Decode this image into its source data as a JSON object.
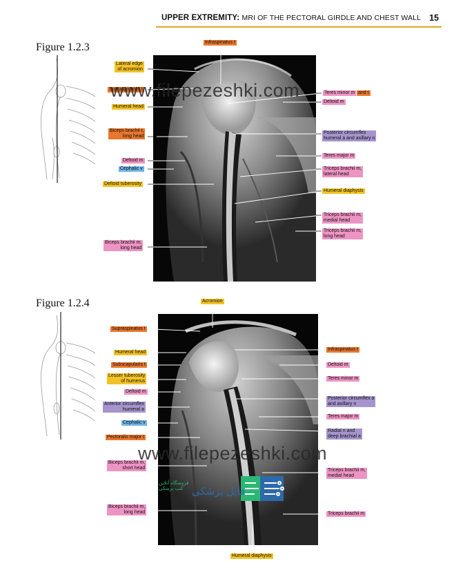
{
  "header": {
    "title_bold": "UPPER EXTREMITY:",
    "title_rest": "MRI OF THE PECTORAL GIRDLE AND CHEST WALL",
    "page_number": "15"
  },
  "colors": {
    "orange": "#e8772e",
    "yellow": "#f3c326",
    "pink": "#ee94c4",
    "blue": "#6fb3e6",
    "purple": "#a695cc",
    "header_rule": "#e0a526"
  },
  "figures": [
    {
      "label": "Figure 1.2.3",
      "labels_top": [
        {
          "text": "Infraspinatus t",
          "color": "orange"
        }
      ],
      "labels_left": [
        {
          "text": "Lateral edge\nof acromion",
          "color": "yellow"
        },
        {
          "text": "Supraspinatus t",
          "color": "orange"
        },
        {
          "text": "Humeral head",
          "color": "yellow"
        },
        {
          "text": "Biceps brachii t,\nlong head",
          "color": "orange"
        },
        {
          "text": "Deltoid m",
          "color": "pink"
        },
        {
          "text": "Cephalic v",
          "color": "blue"
        },
        {
          "text": "Deltoid tuberosity",
          "color": "yellow"
        },
        {
          "text": "Biceps brachii m,\nlong head",
          "color": "pink"
        }
      ],
      "labels_right": [
        {
          "text": "Teres minor m",
          "color": "pink"
        },
        {
          "text": "and t",
          "color": "orange"
        },
        {
          "text": "Deltoid m",
          "color": "pink"
        },
        {
          "text": "Posterior circumflex\nhumeral a and axillary n",
          "color": "purple"
        },
        {
          "text": "Teres major m",
          "color": "pink"
        },
        {
          "text": "Triceps brachii m,\nlateral head",
          "color": "pink"
        },
        {
          "text": "Humeral diaphysis",
          "color": "yellow"
        },
        {
          "text": "Triceps brachii m,\nmedial head",
          "color": "pink"
        },
        {
          "text": "Triceps brachii m,\nlong head",
          "color": "pink"
        }
      ]
    },
    {
      "label": "Figure 1.2.4",
      "labels_top": [
        {
          "text": "Acromion",
          "color": "yellow"
        }
      ],
      "labels_bottom": [
        {
          "text": "Humeral diaphysis",
          "color": "yellow"
        }
      ],
      "labels_left": [
        {
          "text": "Supraspinatus t",
          "color": "orange"
        },
        {
          "text": "Humeral head",
          "color": "yellow"
        },
        {
          "text": "Subscapularis t",
          "color": "orange"
        },
        {
          "text": "Lesser tuberosity\nof humerus",
          "color": "yellow"
        },
        {
          "text": "Deltoid m",
          "color": "pink"
        },
        {
          "text": "Anterior circumflex\nhumeral a",
          "color": "purple"
        },
        {
          "text": "Cephalic v",
          "color": "blue"
        },
        {
          "text": "Pectoralis major t",
          "color": "orange"
        },
        {
          "text": "Biceps brachii m,\nshort head",
          "color": "pink"
        },
        {
          "text": "Biceps brachii m,\nlong head",
          "color": "pink"
        }
      ],
      "labels_right": [
        {
          "text": "Infraspinatus t",
          "color": "orange"
        },
        {
          "text": "Deltoid m",
          "color": "pink"
        },
        {
          "text": "Teres minor m",
          "color": "pink"
        },
        {
          "text": "Posterior circumflex a\nand axillary n",
          "color": "purple"
        },
        {
          "text": "Teres major m",
          "color": "pink"
        },
        {
          "text": "Radial n and\ndeep brachial a",
          "color": "purple"
        },
        {
          "text": "Triceps brachii m,\nmedial head",
          "color": "pink"
        },
        {
          "text": "Triceps brachii m",
          "color": "pink"
        }
      ]
    }
  ],
  "watermark": {
    "url_text": "www.filepezeshki.com",
    "logo_text_fa": "فایل پزشکی",
    "logo_sub_fa": "فروشگاه آنلاین\nکتب پزشکی"
  }
}
